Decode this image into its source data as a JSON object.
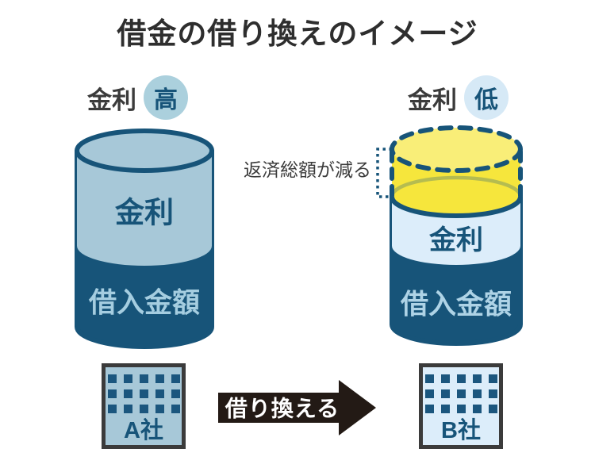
{
  "title": "借金の借り換えのイメージ",
  "left": {
    "rate_label": "金利",
    "rate_badge": "高",
    "cylinder": {
      "interest_label": "金利",
      "principal_label": "借入金額"
    },
    "company": "A社"
  },
  "right": {
    "rate_label": "金利",
    "rate_badge": "低",
    "annotation": "返済総額が減る",
    "cylinder": {
      "interest_label": "金利",
      "principal_label": "借入金額"
    },
    "company": "B社"
  },
  "arrow_label": "借り換える",
  "colors": {
    "navy": "#175479",
    "light_blue": "#a7c8d8",
    "pale_blue": "#dcedfa",
    "yellow": "#f6e63c",
    "light_yellow": "#f9ee78",
    "olive_rim": "#b5bc50",
    "text_dark": "#3b3b3b",
    "arrow_black": "#231a15"
  }
}
